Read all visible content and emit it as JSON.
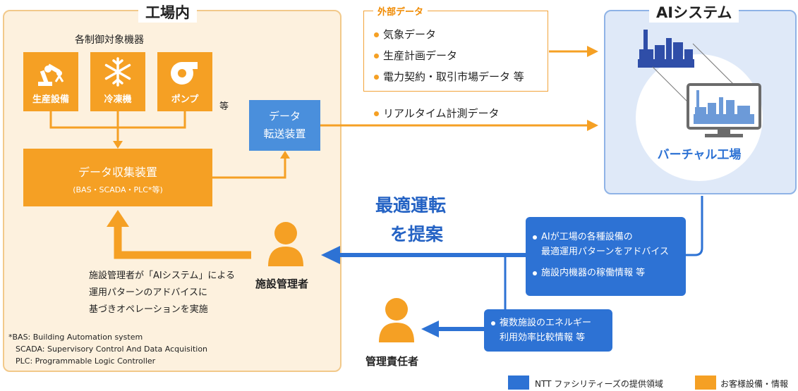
{
  "factory": {
    "title": "工場内",
    "equipment_heading": "各制御対象機器",
    "equipment": [
      {
        "label": "生産設備",
        "icon": "robot-arm-icon"
      },
      {
        "label": "冷凍機",
        "icon": "snowflake-icon"
      },
      {
        "label": "ポンプ",
        "icon": "pump-icon"
      }
    ],
    "etc": "等",
    "collector_title": "データ収集装置",
    "collector_sub": "(BAS・SCADA・PLC*等)",
    "transfer_line1": "データ",
    "transfer_line2": "転送装置",
    "operation_note": [
      "施設管理者が「AIシステム」による",
      "運用パターンのアドバイスに",
      "基づきオペレーションを実施"
    ],
    "footnote": [
      "*BAS: Building Automation system",
      "SCADA: Supervisory Control And Data Acquisition",
      "PLC: Programmable Logic Controller"
    ]
  },
  "external": {
    "title": "外部データ",
    "items": [
      "気象データ",
      "生産計画データ",
      "電力契約・取引市場データ 等"
    ]
  },
  "realtime_label": "リアルタイム計測データ",
  "ai": {
    "title": "AIシステム",
    "virtual_factory": "バーチャル工場"
  },
  "proposal": {
    "line1": "最適運転",
    "line2": "を提案"
  },
  "advice_box": {
    "item1_line1": "AIが工場の各種設備の",
    "item1_line2": "最適運用パターンをアドバイス",
    "item2": "施設内機器の稼働情報 等"
  },
  "energy_box": {
    "line1": "複数施設のエネルギー",
    "line2": "利用効率比較情報 等"
  },
  "facility_manager": "施設管理者",
  "responsible_manager": "管理責任者",
  "legend": [
    {
      "label": "NTT ファシリティーズの提供領域",
      "color": "#2d72d4"
    },
    {
      "label": "お客様設備・情報",
      "color": "#f5a024"
    }
  ],
  "colors": {
    "orange": "#f5a024",
    "blue": "#2d72d4",
    "factory_bg": "#fdf1de",
    "ai_bg": "#dfe9f8",
    "proposal_text": "#2563c4"
  }
}
